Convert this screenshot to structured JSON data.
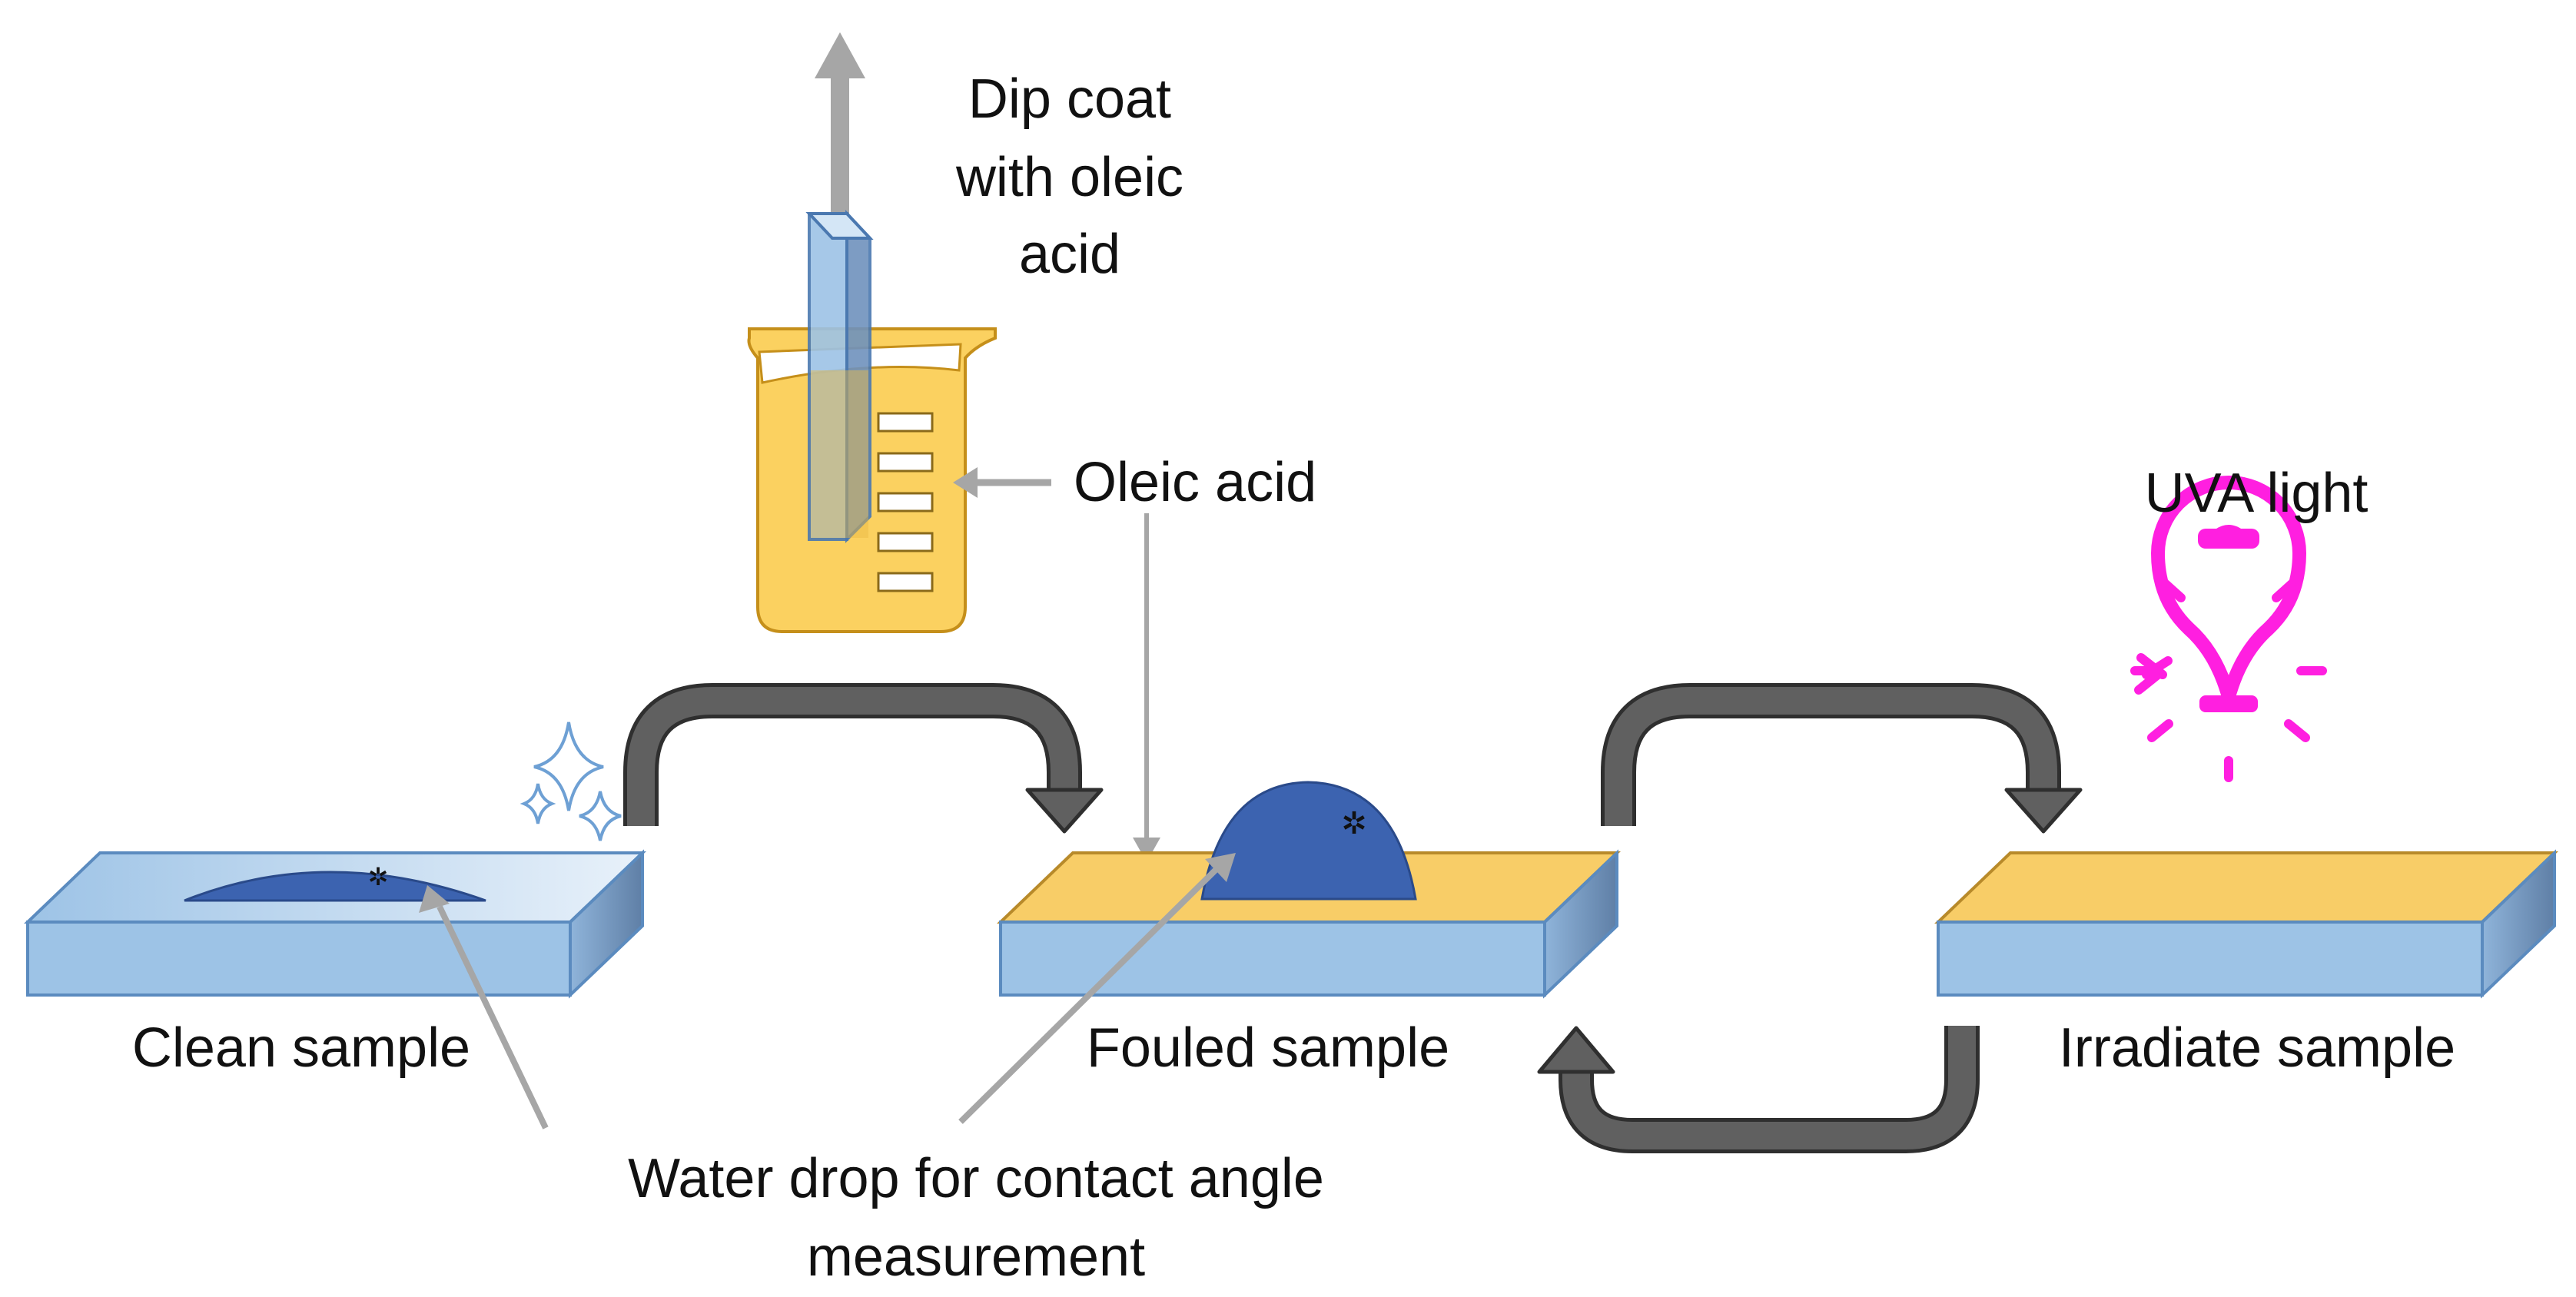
{
  "labels": {
    "dip_coat": [
      "Dip coat",
      "with oleic",
      "acid"
    ],
    "oleic_acid": "Oleic acid",
    "uva_light": "UVA light",
    "clean_sample": "Clean sample",
    "fouled_sample": "Fouled sample",
    "irradiate_sample": "Irradiate sample",
    "water_drop": [
      "Water drop for contact angle",
      "measurement"
    ]
  },
  "colors": {
    "glass_top": "#c9dff3",
    "glass_front": "#9dc3e6",
    "glass_edge": "#5b8bbf",
    "coating": "#f8cd67",
    "drop": "#3c63b0",
    "beaker": "#fbd160",
    "arrow_dark": "#5a5a5a",
    "pointer_gray": "#a6a6a6",
    "uva_magenta": "#ff1fe0"
  },
  "icons": [
    "sparkle-icon",
    "lightbulb-icon",
    "beaker-icon"
  ]
}
